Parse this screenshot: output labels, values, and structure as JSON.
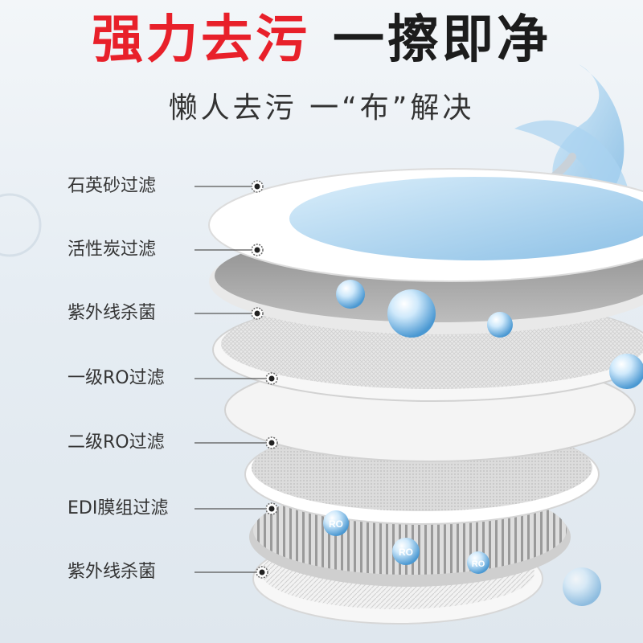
{
  "headline": {
    "red_part": "强力去污",
    "dark_part": "一擦即净"
  },
  "subheadline": "懒人去污 一“布”解决",
  "filter_layers": [
    {
      "label": "石英砂过滤"
    },
    {
      "label": "活性炭过滤"
    },
    {
      "label": "紫外线杀菌"
    },
    {
      "label": "一级RO过滤"
    },
    {
      "label": "二级RO过滤"
    },
    {
      "label": "EDI膜组过滤"
    },
    {
      "label": "紫外线杀菌"
    }
  ],
  "badges": [
    "RO",
    "RO",
    "RO"
  ],
  "colors": {
    "headline_red": "#e8202a",
    "headline_dark": "#1c1c1c",
    "water_blue": "#8ec4ea"
  }
}
